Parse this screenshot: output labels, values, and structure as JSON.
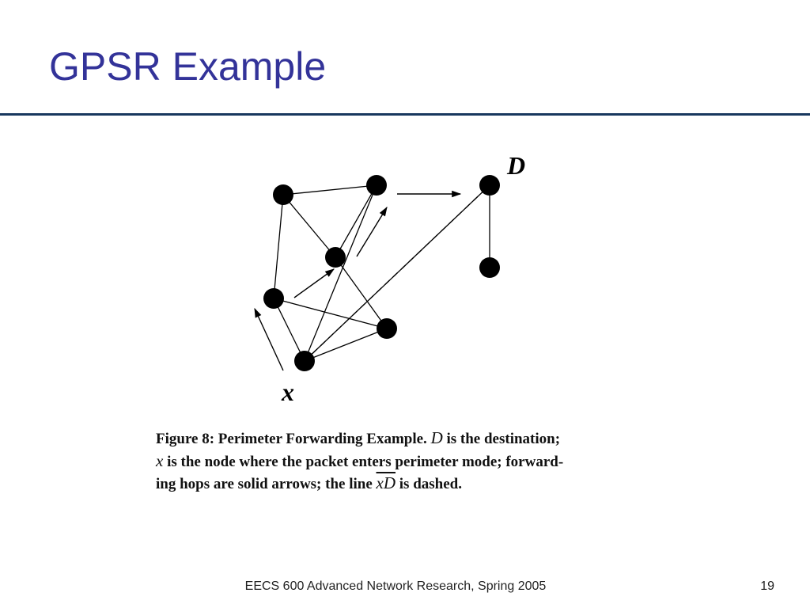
{
  "slide": {
    "title": "GPSR Example",
    "footer": "EECS 600 Advanced Network Research, Spring 2005",
    "page_number": "19",
    "colors": {
      "title": "#333399",
      "rule": "#17375e",
      "ink": "#000000"
    }
  },
  "diagram": {
    "labels": {
      "destination": "D",
      "source": "x"
    },
    "nodes": [
      "n1",
      "n2",
      "n3",
      "n4",
      "n5",
      "n6",
      "n7",
      "n8"
    ],
    "edges": [
      [
        "n1",
        "n2"
      ],
      [
        "n1",
        "n4"
      ],
      [
        "n1",
        "n5"
      ],
      [
        "n2",
        "n4"
      ],
      [
        "n2",
        "n6"
      ],
      [
        "n3",
        "n7"
      ],
      [
        "n3",
        "n6"
      ],
      [
        "n4",
        "n8"
      ],
      [
        "n5",
        "n8"
      ],
      [
        "n5",
        "n6"
      ],
      [
        "n6",
        "n8"
      ]
    ],
    "dashed_edges": [
      [
        "n6",
        "n3"
      ]
    ]
  },
  "caption": {
    "part1": "Figure 8:  Perimeter Forwarding Example. ",
    "d_symbol": "D",
    "part2": " is the destination;",
    "x_symbol": "x",
    "part3": " is the node where the packet enters perimeter mode; forward-",
    "part4": "ing hops are solid arrows; the line ",
    "xd_symbol": "xD",
    "part5": " is dashed."
  }
}
